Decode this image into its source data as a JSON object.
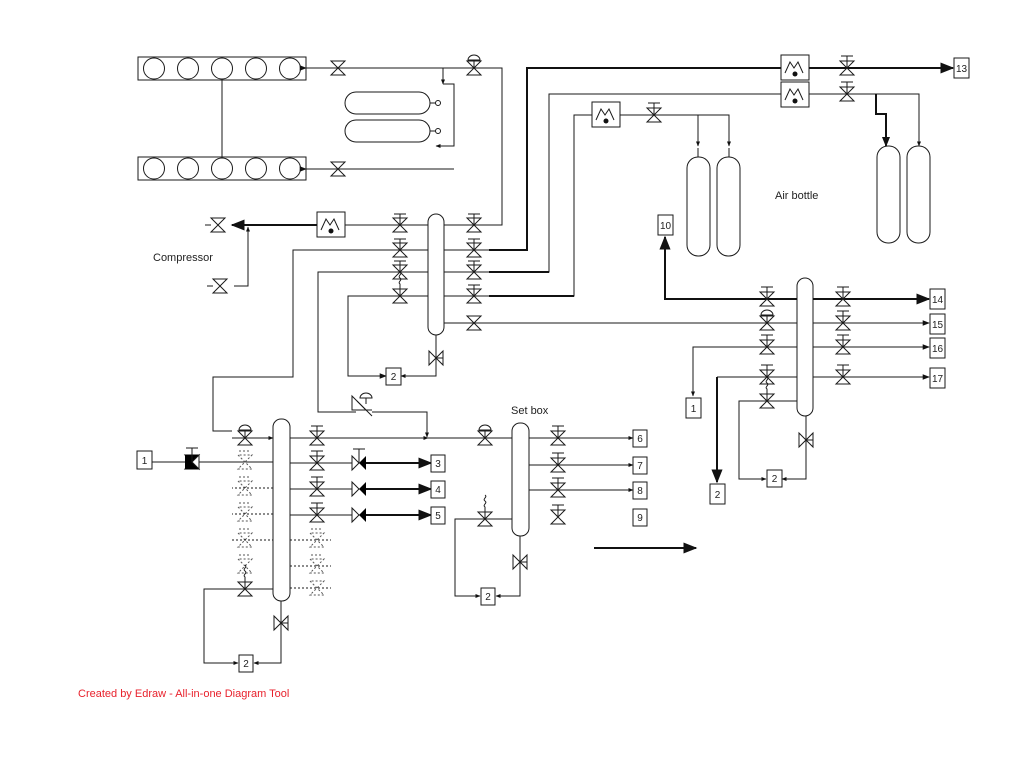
{
  "labels": {
    "compressor": "Compressor",
    "air_bottle": "Air bottle",
    "set_box": "Set box"
  },
  "connectors": {
    "c1": "1",
    "c2": "2",
    "c3": "3",
    "c4": "4",
    "c5": "5",
    "c6": "6",
    "c7": "7",
    "c8": "8",
    "c9": "9",
    "c10": "10",
    "c11": "1",
    "c12": "2",
    "c13": "13",
    "c14": "14",
    "c15": "15",
    "c16": "16",
    "c17": "17"
  },
  "footer": "Created by Edraw - All-in-one Diagram Tool",
  "colors": {
    "line": "#1a1a1a",
    "footer": "#e8212c",
    "background": "#ffffff"
  }
}
